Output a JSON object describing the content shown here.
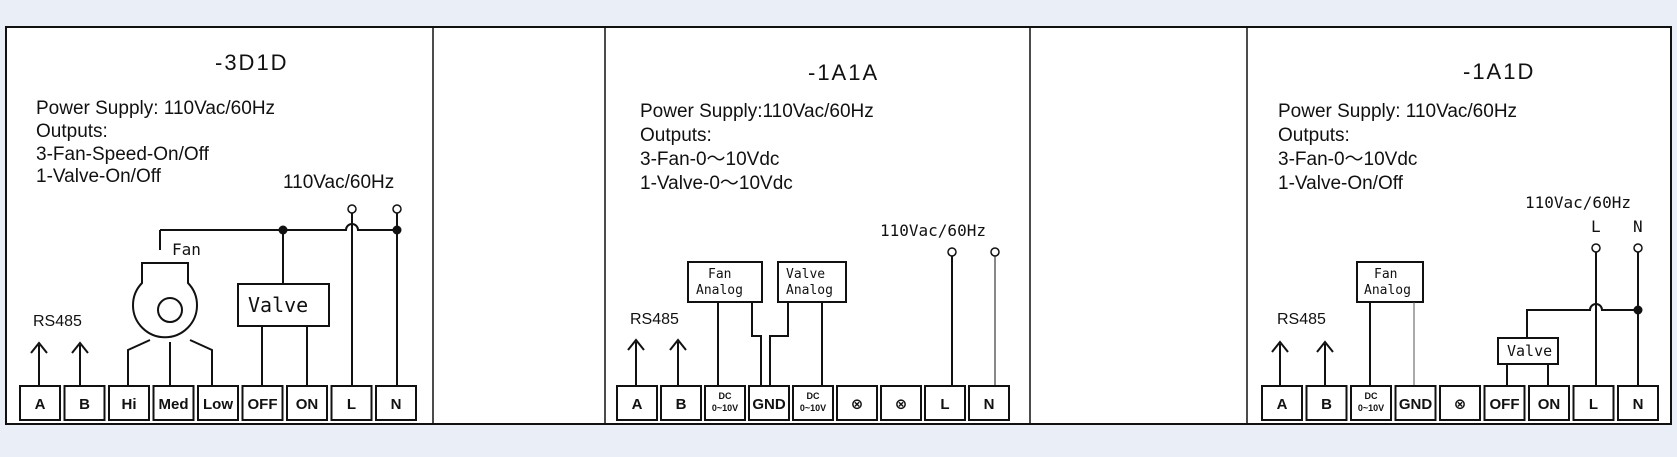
{
  "panels": [
    {
      "title": "-3D1D",
      "power_supply": "Power Supply: 110Vac/60Hz",
      "outputs_heading": "Outputs:",
      "output_lines": [
        "3-Fan-Speed-On/Off",
        "1-Valve-On/Off"
      ],
      "supply_label": "110Vac/60Hz",
      "rs485": "RS485",
      "fan_label": "Fan",
      "valve_label": "Valve",
      "terminals": [
        "A",
        "B",
        "Hi",
        "Med",
        "Low",
        "OFF",
        "ON",
        "L",
        "N"
      ]
    },
    {
      "title": "-1A1A",
      "power_supply": "Power Supply:110Vac/60Hz",
      "outputs_heading": "Outputs:",
      "output_lines": [
        "3-Fan-0～10Vdc",
        "1-Valve-0～10Vdc"
      ],
      "supply_label": "110Vac/60Hz",
      "rs485": "RS485",
      "fan_analog": [
        "Fan",
        "Analog"
      ],
      "valve_analog": [
        "Valve",
        "Analog"
      ],
      "terminals": [
        "A",
        "B",
        "DC|0~10V",
        "GND",
        "DC|0~10V",
        "⊗",
        "⊗",
        "L",
        "N"
      ]
    },
    {
      "title": "-1A1D",
      "power_supply": "Power Supply: 110Vac/60Hz",
      "outputs_heading": "Outputs:",
      "output_lines": [
        "3-Fan-0～10Vdc",
        "1-Valve-On/Off"
      ],
      "supply_label": "110Vac/60Hz",
      "supply_terminals": [
        "L",
        "N"
      ],
      "rs485": "RS485",
      "fan_analog": [
        "Fan",
        "Analog"
      ],
      "valve_label": "Valve",
      "terminals": [
        "A",
        "B",
        "DC|0~10V",
        "GND",
        "⊗",
        "OFF",
        "ON",
        "L",
        "N"
      ]
    }
  ]
}
